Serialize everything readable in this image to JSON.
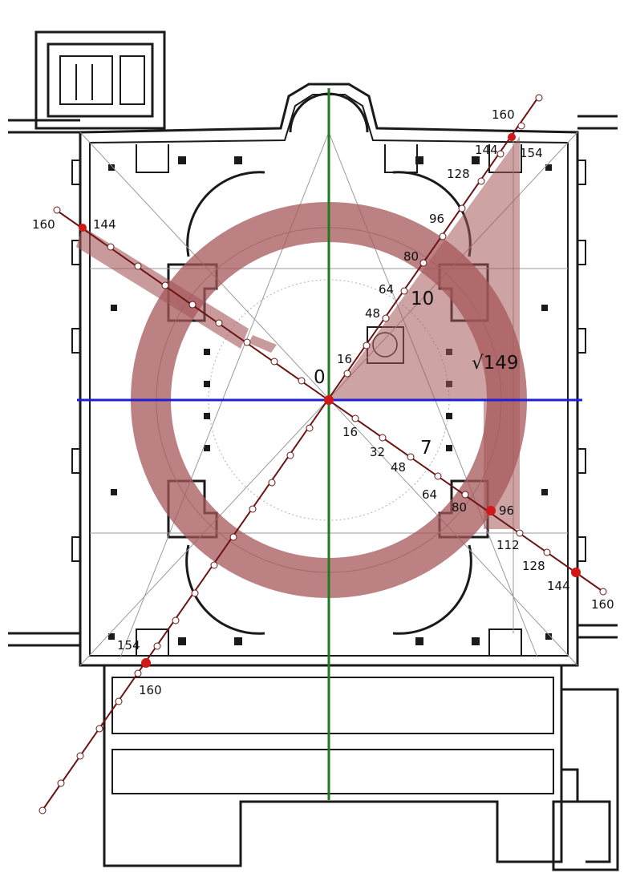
{
  "colors": {
    "plan_line": "#1a1a1a",
    "plan_hatch": "#9a9a9a",
    "ring_fill": "#a5575a",
    "ring_stroke": "#7a2f33",
    "diagonal": "#6b1515",
    "marker": "#d01818",
    "vertical_axis": "#1e7a1e",
    "horizontal_axis": "#1f1fd8"
  },
  "labels": {
    "origin": "0",
    "ten": "10",
    "seven": "7",
    "sqrt149": "√149"
  },
  "diagonal_a": {
    "ticks": [
      "16",
      "48",
      "64",
      "80",
      "96",
      "128",
      "144",
      "154",
      "160"
    ]
  },
  "diagonal_b": {
    "ticks": [
      "16",
      "32",
      "48",
      "64",
      "80",
      "96",
      "112",
      "128",
      "144",
      "160"
    ]
  },
  "diagonal_a_lower": {
    "ticks": [
      "154",
      "160"
    ]
  },
  "diagonal_b_upper": {
    "ticks": [
      "160",
      "144"
    ]
  }
}
